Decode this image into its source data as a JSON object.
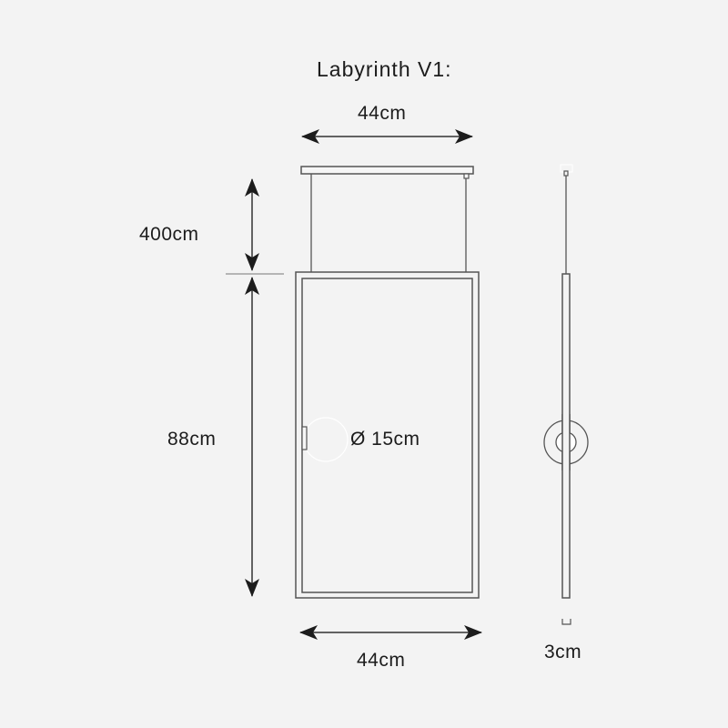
{
  "diagram": {
    "title": "Labyrinth V1:",
    "dimensions": {
      "top_width": "44cm",
      "hang_height": "400cm",
      "body_height": "88cm",
      "diameter": "Ø 15cm",
      "bottom_width": "44cm",
      "depth": "3cm"
    },
    "views": [
      "front-view",
      "side-view"
    ],
    "colors": {
      "background": "#f3f3f3",
      "line": "#555555",
      "arrow": "#1c1c1c",
      "text": "#1c1c1c"
    }
  }
}
